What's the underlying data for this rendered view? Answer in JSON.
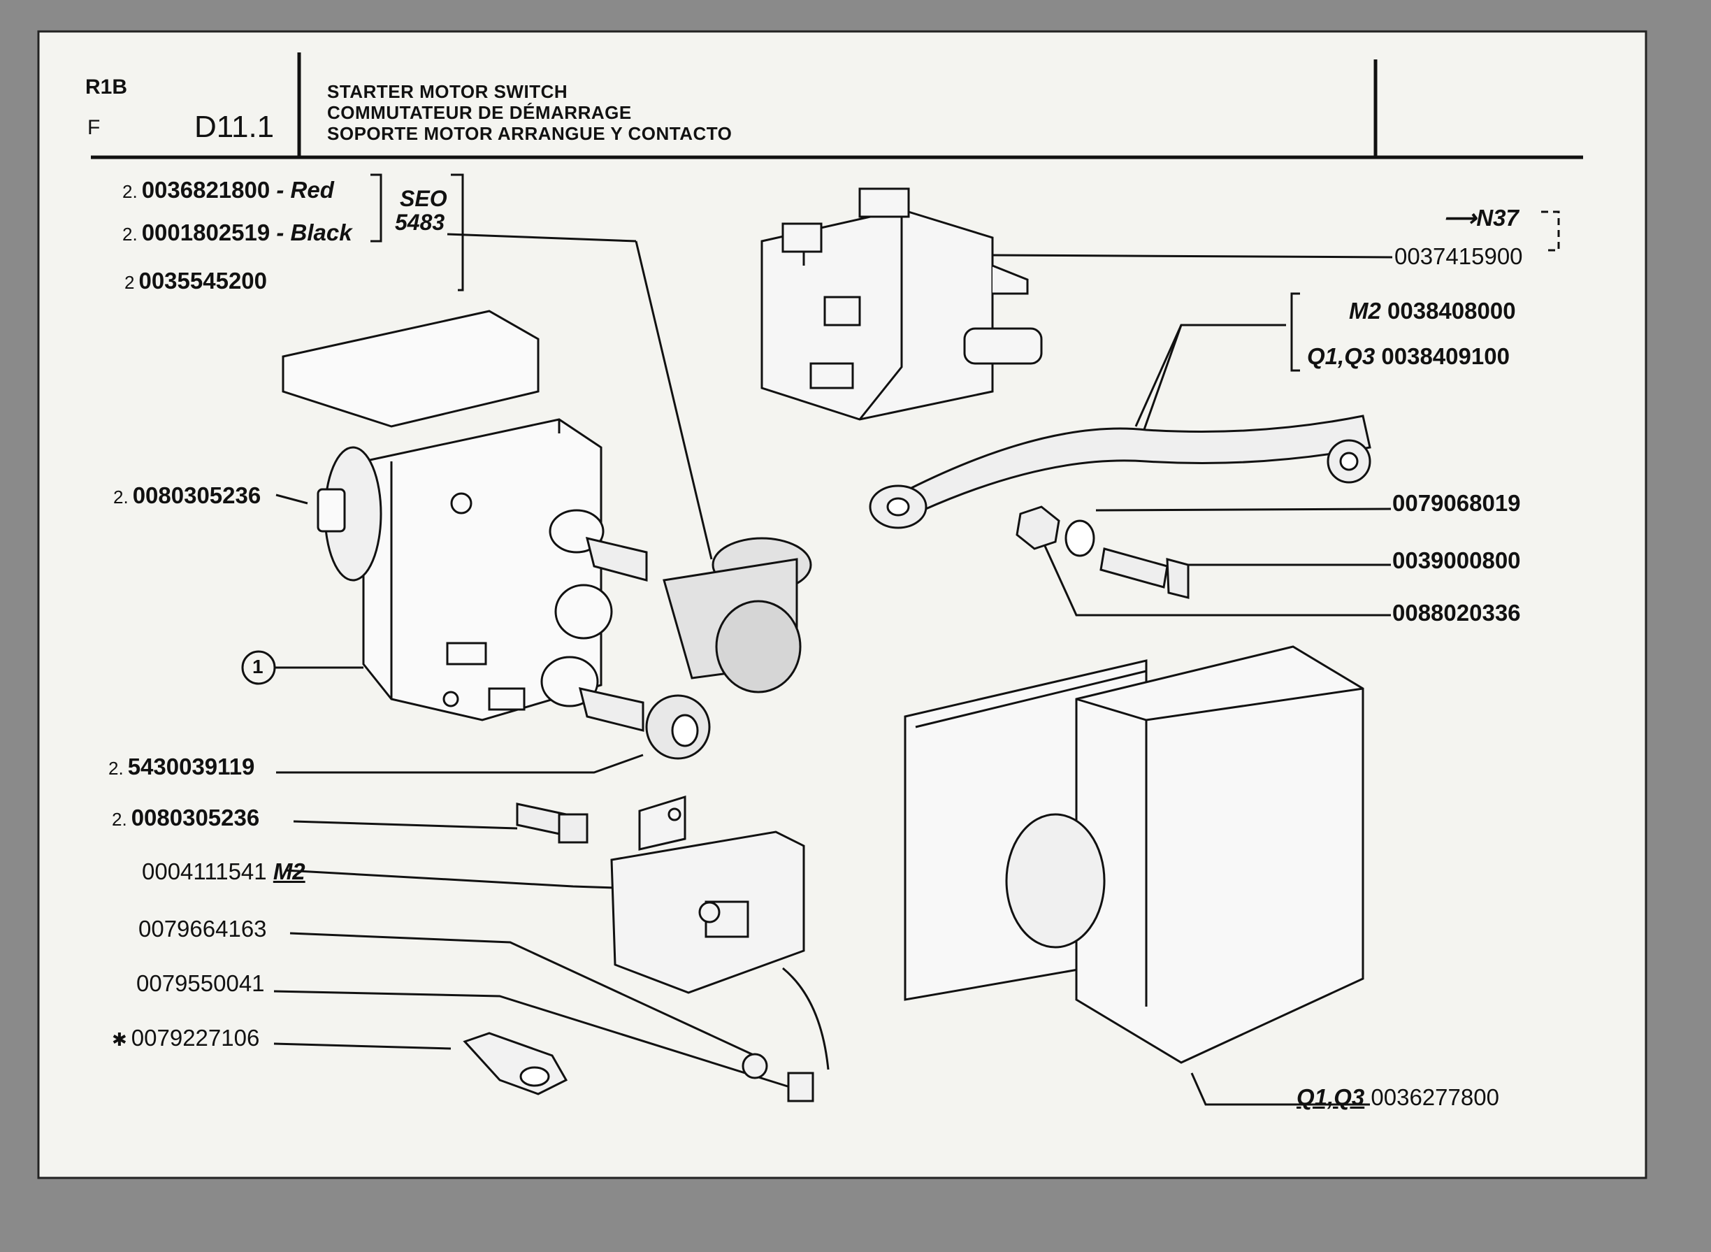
{
  "header": {
    "code_top": "R1B",
    "code_bottom": "F",
    "page_ref": "D11.1",
    "title_en": "STARTER MOTOR SWITCH",
    "title_fr": "COMMUTATEUR DE DÉMARRAGE",
    "title_es": "SOPORTE MOTOR ARRANGUE Y CONTACTO"
  },
  "callout": {
    "number": "1"
  },
  "seo": {
    "line1": "SEO",
    "line2": "5483"
  },
  "parts": [
    {
      "id": "p1",
      "qty": "2.",
      "number": "0036821800",
      "note": "- Red"
    },
    {
      "id": "p2",
      "qty": "2.",
      "number": "0001802519",
      "note": "- Black"
    },
    {
      "id": "p3",
      "qty": "2",
      "number": "0035545200",
      "note": ""
    },
    {
      "id": "p4",
      "qty": "2.",
      "number": "0080305236",
      "note": ""
    },
    {
      "id": "p5",
      "qty": "2.",
      "number": "5430039119",
      "note": ""
    },
    {
      "id": "p6",
      "qty": "2.",
      "number": "0080305236",
      "note": ""
    },
    {
      "id": "p7",
      "qty": "",
      "number": "0004111541",
      "note": "M2"
    },
    {
      "id": "p8",
      "qty": "",
      "number": "0079664163",
      "note": ""
    },
    {
      "id": "p9",
      "qty": "",
      "number": "0079550041",
      "note": ""
    },
    {
      "id": "p10",
      "qty": "✱",
      "number": "0079227106",
      "note": ""
    },
    {
      "id": "p11",
      "qty": "",
      "number": "0037415900",
      "note": ""
    },
    {
      "id": "p12",
      "variant": "M2",
      "number": "0038408000"
    },
    {
      "id": "p13",
      "variant": "Q1,Q3",
      "number": "0038409100"
    },
    {
      "id": "p14",
      "number": "0079068019"
    },
    {
      "id": "p15",
      "number": "0039000800"
    },
    {
      "id": "p16",
      "number": "0088020336"
    },
    {
      "id": "p17",
      "variant": "Q1,Q3",
      "number": "0036277800"
    }
  ],
  "ref": {
    "arrow": "⟶",
    "target": "N37"
  }
}
